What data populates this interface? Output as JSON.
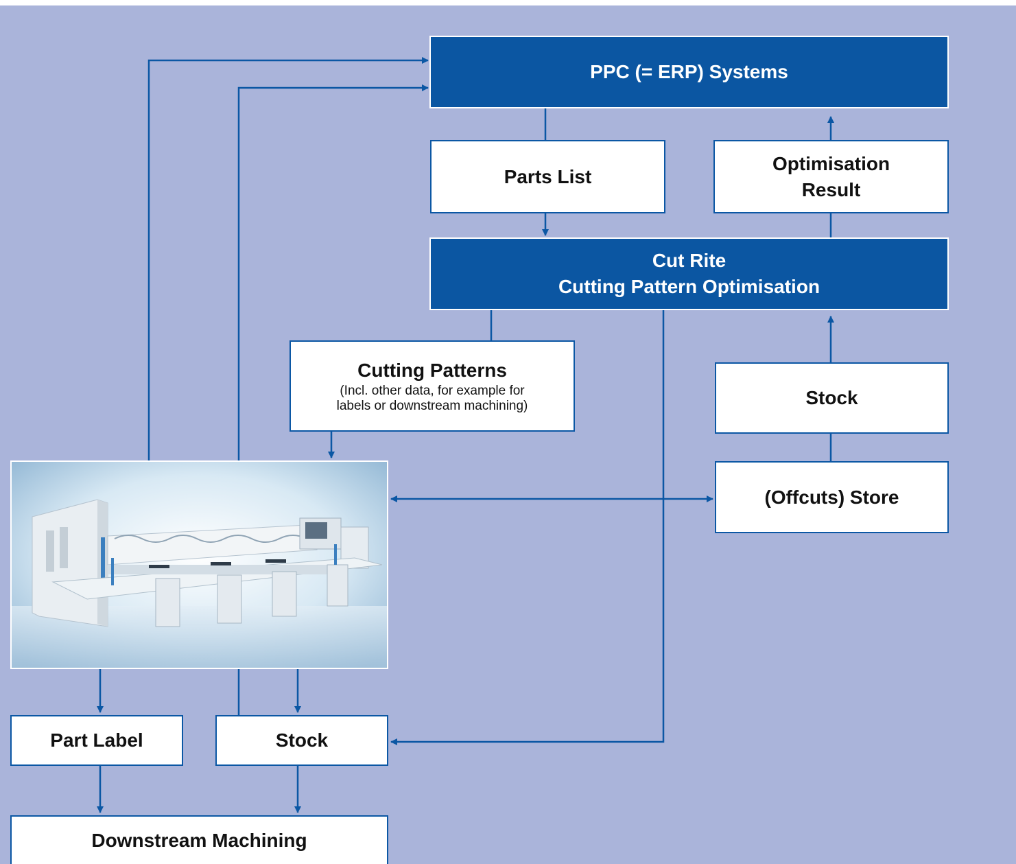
{
  "colors": {
    "background": "#aab4da",
    "dark_box": "#0b56a2",
    "line": "#0b57a4",
    "box": "#ffffff"
  },
  "nodes": {
    "ppc": "PPC (= ERP) Systems",
    "parts_list": "Parts List",
    "optimisation_result": [
      "Optimisation",
      "Result"
    ],
    "cut_rite": [
      "Cut Rite",
      "Cutting Pattern Optimisation"
    ],
    "cutting_patterns": {
      "title": "Cutting Patterns",
      "note": [
        "(Incl. other data, for example for",
        "labels or downstream machining)"
      ]
    },
    "stock_right": "Stock",
    "offcuts_store": "(Offcuts) Store",
    "part_label": "Part Label",
    "stock_bottom": "Stock",
    "downstream": "Downstream Machining"
  },
  "image": {
    "subject": "panel saw machine photo"
  }
}
